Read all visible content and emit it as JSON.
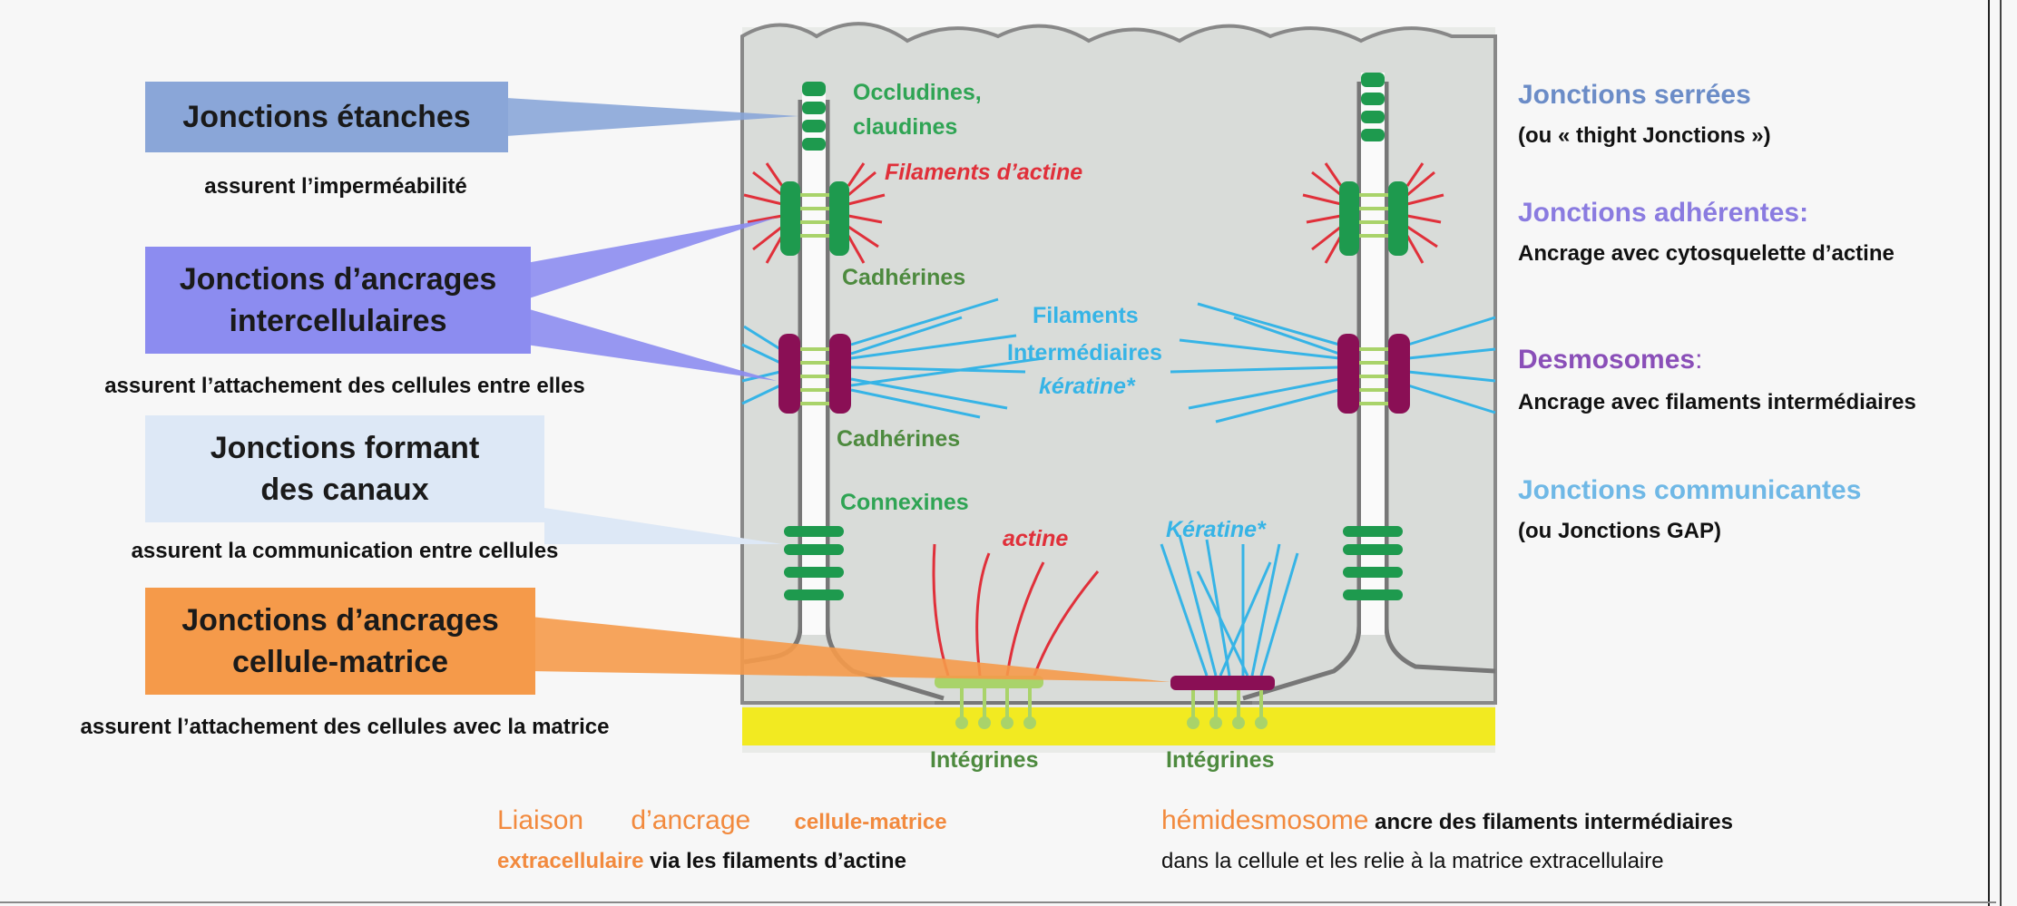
{
  "left": {
    "tight": {
      "title": "Jonctions étanches",
      "desc": "assurent l’imperméabilité",
      "color": "#8aa6d8"
    },
    "anchor": {
      "title_line1": "Jonctions d’ancrages",
      "title_line2": "intercellulaires",
      "desc": "assurent l’attachement des cellules entre elles",
      "color": "#8c8cf0"
    },
    "channel": {
      "title_line1": "Jonctions formant",
      "title_line2": "des canaux",
      "desc": "assurent la communication entre cellules",
      "color": "#dde8f6"
    },
    "matrix": {
      "title_line1": "Jonctions d’ancrages",
      "title_line2": "cellule-matrice",
      "desc": "assurent l’attachement des cellules avec la matrice",
      "color": "#f59a4a"
    }
  },
  "diagram": {
    "occludines": "Occludines,",
    "claudines": "claudines",
    "actin_filaments": "Filaments d’actine",
    "cadherines_1": "Cadhérines",
    "filaments": "Filaments",
    "intermediaires": "Intermédiaires",
    "keratine_star": "kératine*",
    "cadherines_2": "Cadhérines",
    "connexines": "Connexines",
    "actine": "actine",
    "keratine_cap": "Kératine*",
    "integrines_1": "Intégrines",
    "integrines_2": "Intégrines"
  },
  "right": {
    "tight": {
      "title": "Jonctions serrées",
      "sub": "(ou « thight Jonctions »)",
      "color": "#6b8cc7"
    },
    "adherent": {
      "title": "Jonctions adhérentes:",
      "sub": "Ancrage avec cytosquelette d’actine",
      "color": "#8a7be0"
    },
    "desmosomes": {
      "title": "Desmosomes",
      "title_suffix": ":",
      "sub": "Ancrage avec filaments intermédiaires",
      "color": "#8a4fb8"
    },
    "gap": {
      "title": "Jonctions communicantes",
      "sub": "(ou Jonctions GAP)",
      "color": "#6fb8e6"
    }
  },
  "bottom": {
    "liaison_a": "Liaison",
    "liaison_b": "d’ancrage",
    "liaison_c": "cellule-matrice",
    "liaison_d": "extracellulaire",
    "liaison_e": "via les",
    "liaison_f": "filaments d’actine",
    "hemi_title": "hémidesmosome",
    "hemi_rest1": "ancre des filaments intermédiaires",
    "hemi_rest2": "dans la cellule et les relie à la matrice extracellulaire",
    "orange": "#f28a3e"
  },
  "colors": {
    "green": "#1e9a4e",
    "purple": "#8a0f55",
    "red": "#e0303a",
    "cyan": "#36b4e6",
    "lightgreen": "#a9d36a",
    "yellow": "#f2ea21",
    "cell": "#dcdedc"
  }
}
